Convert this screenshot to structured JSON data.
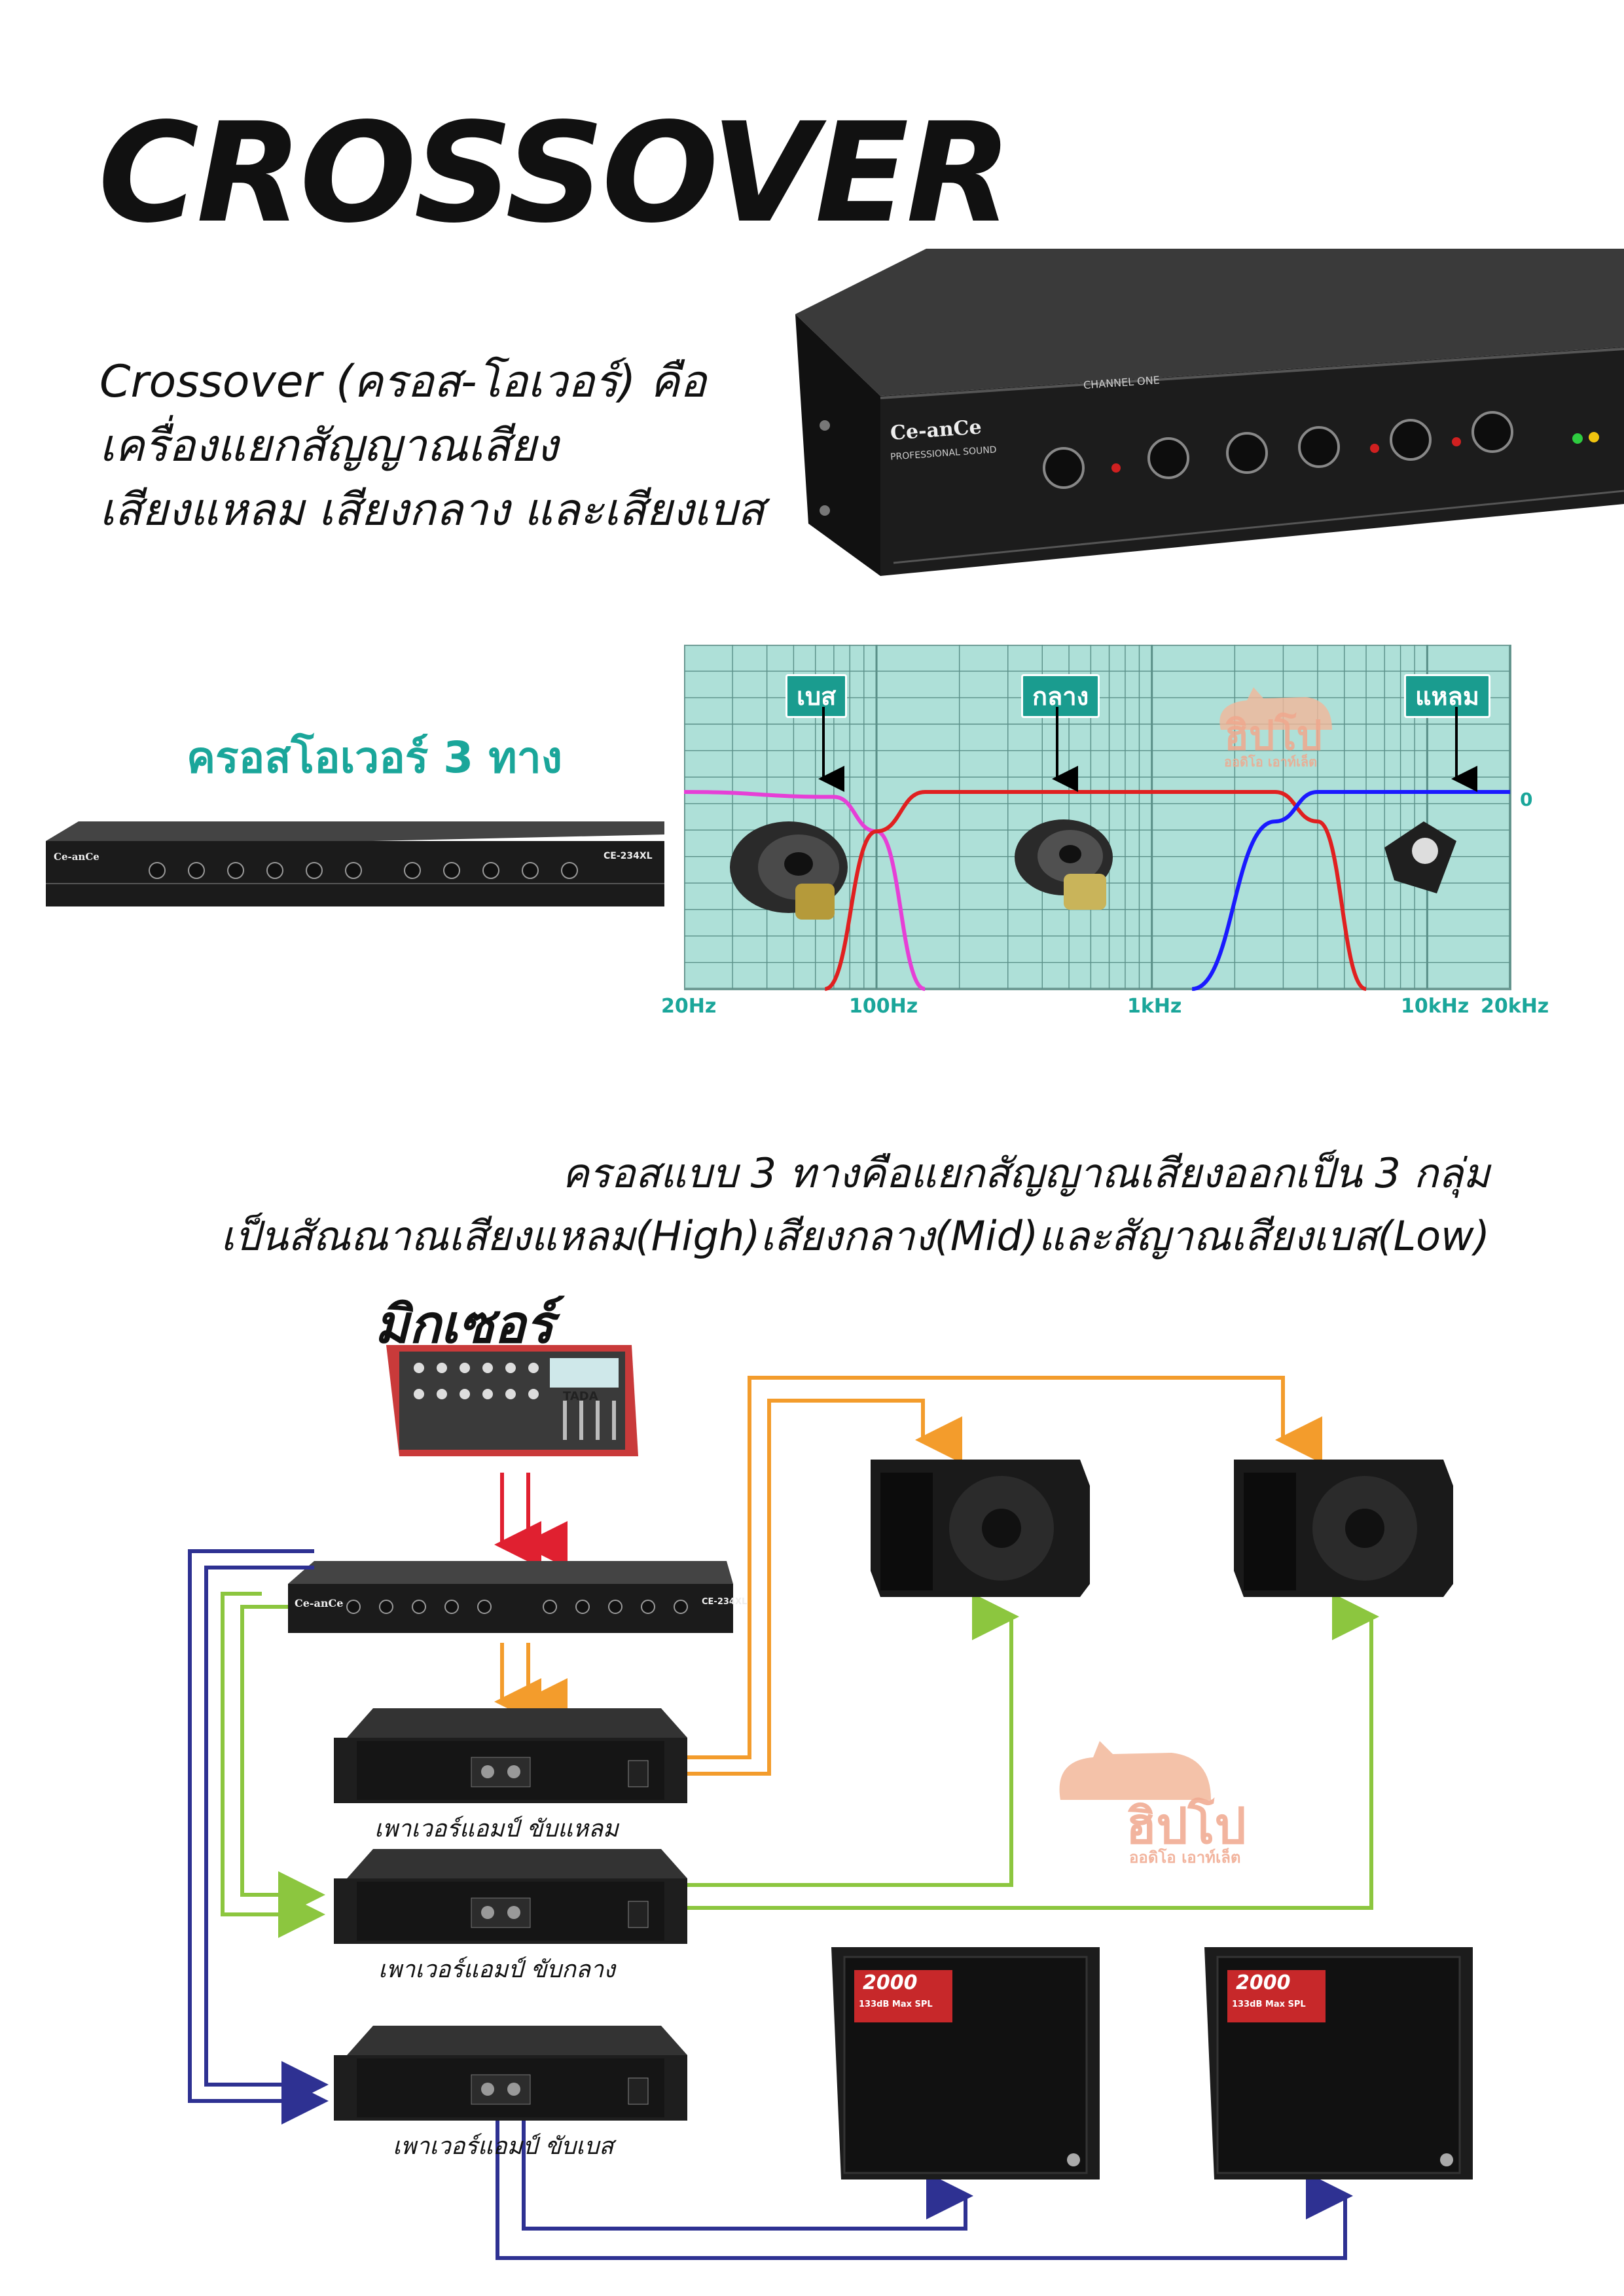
{
  "title": "CROSSOVER",
  "intro_lines": [
    "Crossover (ครอส-โอเวอร์) คือ",
    "เครื่องแยกสัญญาณเสียง",
    "เสียงแหลม เสียงกลาง และเสียงเบส"
  ],
  "rack_unit": {
    "brand": "Ce-anCe",
    "brand_sub": "PROFESSIONAL SOUND",
    "channel": "CHANNEL ONE",
    "model": "CE-234XL"
  },
  "subheading": "ครอสโอเวอร์ 3 ทาง",
  "chart_data": {
    "type": "line",
    "xscale": "log",
    "x_ticks": [
      "20Hz",
      "100Hz",
      "1kHz",
      "10kHz",
      "20kHz"
    ],
    "y_tick": "0",
    "bands": [
      {
        "name": "เบส",
        "color": "#e63fd6",
        "points": [
          [
            20,
            0
          ],
          [
            70,
            -0.5
          ],
          [
            100,
            -4
          ],
          [
            150,
            -20
          ]
        ]
      },
      {
        "name": "กลาง",
        "color": "#e02020",
        "points": [
          [
            65,
            -20
          ],
          [
            100,
            -4
          ],
          [
            150,
            0
          ],
          [
            2800,
            0
          ],
          [
            4000,
            -3
          ],
          [
            6000,
            -20
          ]
        ]
      },
      {
        "name": "แหลม",
        "color": "#1a1aff",
        "points": [
          [
            1400,
            -20
          ],
          [
            2800,
            -3
          ],
          [
            4000,
            0
          ],
          [
            20000,
            0
          ]
        ]
      }
    ],
    "ylim": [
      -20,
      2
    ]
  },
  "logo_text": "ฮิปโป",
  "logo_sub": "ออดิโอ เอาท์เล็ต",
  "description_lines": [
    "ครอสแบบ 3 ทางคือแยกสัญญาณเสียงออกเป็น 3 กลุ่ม",
    "เป็นสัณณาณเสียงแหลม(High)เสียงกลาง(Mid)และสัญาณเสียงเบส(Low)"
  ],
  "mixer_label": "มิกเซอร์",
  "mixer_brand": "TADA",
  "amps": [
    {
      "label": "เพาเวอร์แอมป์ ขับแหลม"
    },
    {
      "label": "เพาเวอร์แอมป์ ขับกลาง"
    },
    {
      "label": "เพาเวอร์แอมป์ ขับเบส"
    }
  ],
  "sub_badge": "2000",
  "sub_badge_sub": "133dB Max SPL",
  "colors": {
    "signal_in": "#e02030",
    "high": "#f39c2c",
    "mid": "#8cc63f",
    "low": "#2e3192",
    "accent": "#1aa69a",
    "chart_bg": "#aee0d8"
  }
}
